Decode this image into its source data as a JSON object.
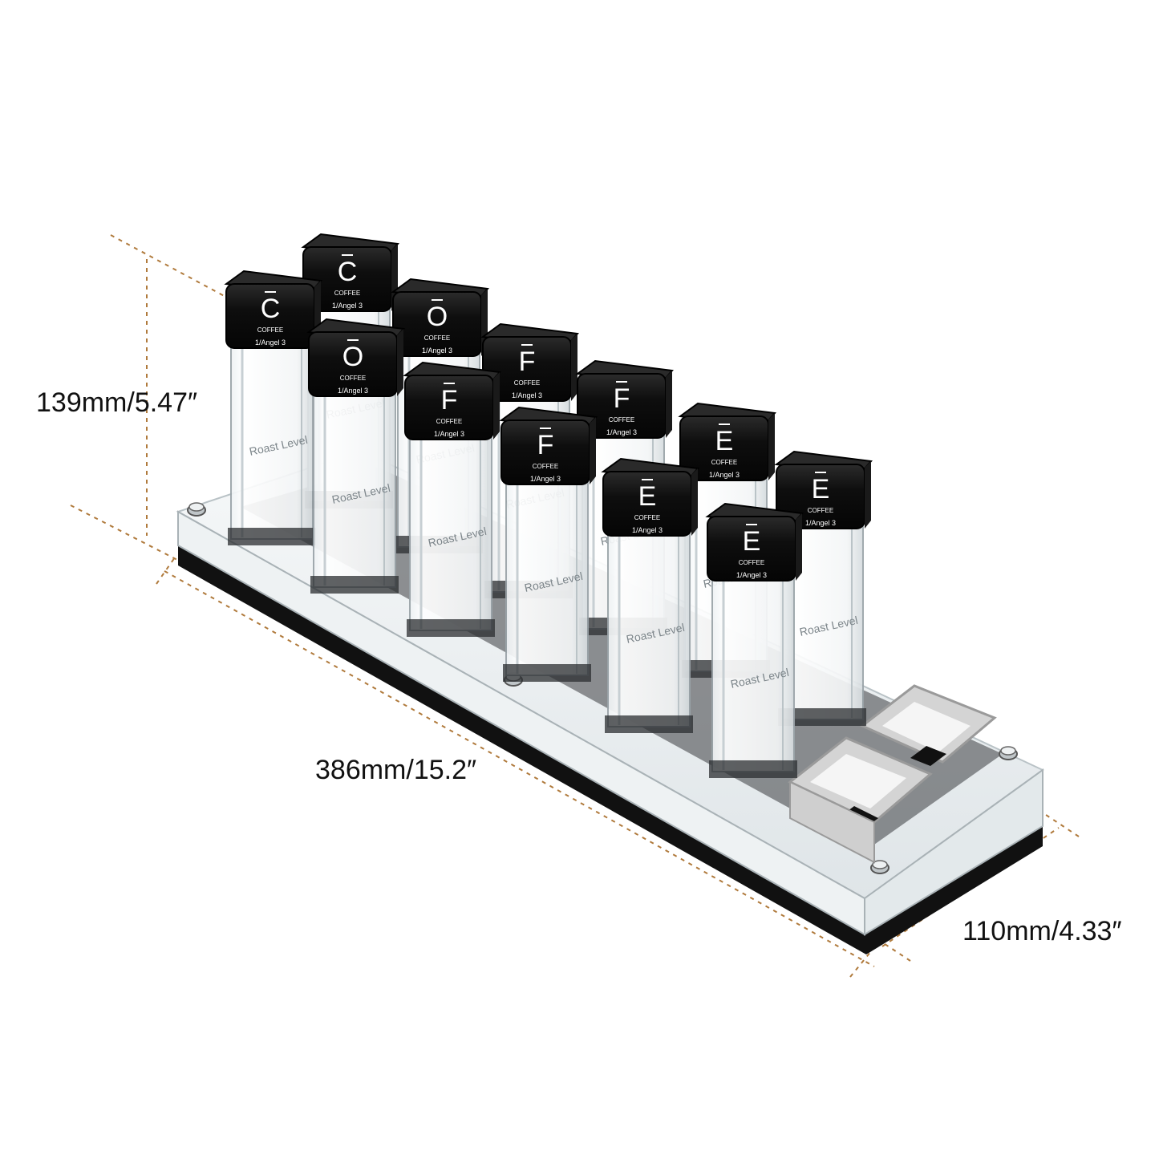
{
  "dimensions": {
    "height_label": "139mm/5.47″",
    "length_label": "386mm/15.2″",
    "width_label": "110mm/4.33″"
  },
  "caps": [
    {
      "letter": "C",
      "brand": "COFFEE",
      "mark": "1/Angel 3"
    },
    {
      "letter": "C",
      "brand": "COFFEE",
      "mark": "1/Angel 3"
    },
    {
      "letter": "O",
      "brand": "COFFEE",
      "mark": "1/Angel 3"
    },
    {
      "letter": "O",
      "brand": "COFFEE",
      "mark": "1/Angel 3"
    },
    {
      "letter": "F",
      "brand": "COFFEE",
      "mark": "1/Angel 3"
    },
    {
      "letter": "F",
      "brand": "COFFEE",
      "mark": "1/Angel 3"
    },
    {
      "letter": "F",
      "brand": "COFFEE",
      "mark": "1/Angel 3"
    },
    {
      "letter": "F",
      "brand": "COFFEE",
      "mark": "1/Angel 3"
    },
    {
      "letter": "E",
      "brand": "COFFEE",
      "mark": "1/Angel 3"
    },
    {
      "letter": "E",
      "brand": "COFFEE",
      "mark": "1/Angel 3"
    },
    {
      "letter": "E",
      "brand": "COFFEE",
      "mark": "1/Angel 3"
    },
    {
      "letter": "E",
      "brand": "COFFEE",
      "mark": "1/Angel 3"
    }
  ],
  "tube_label": "Roast Level",
  "colors": {
    "dimension_line": "#b07a3c",
    "cap": "#0d0d0d",
    "base_dark": "#111111",
    "acrylic": "#e9eef0",
    "tray": "#c9c9c9"
  }
}
